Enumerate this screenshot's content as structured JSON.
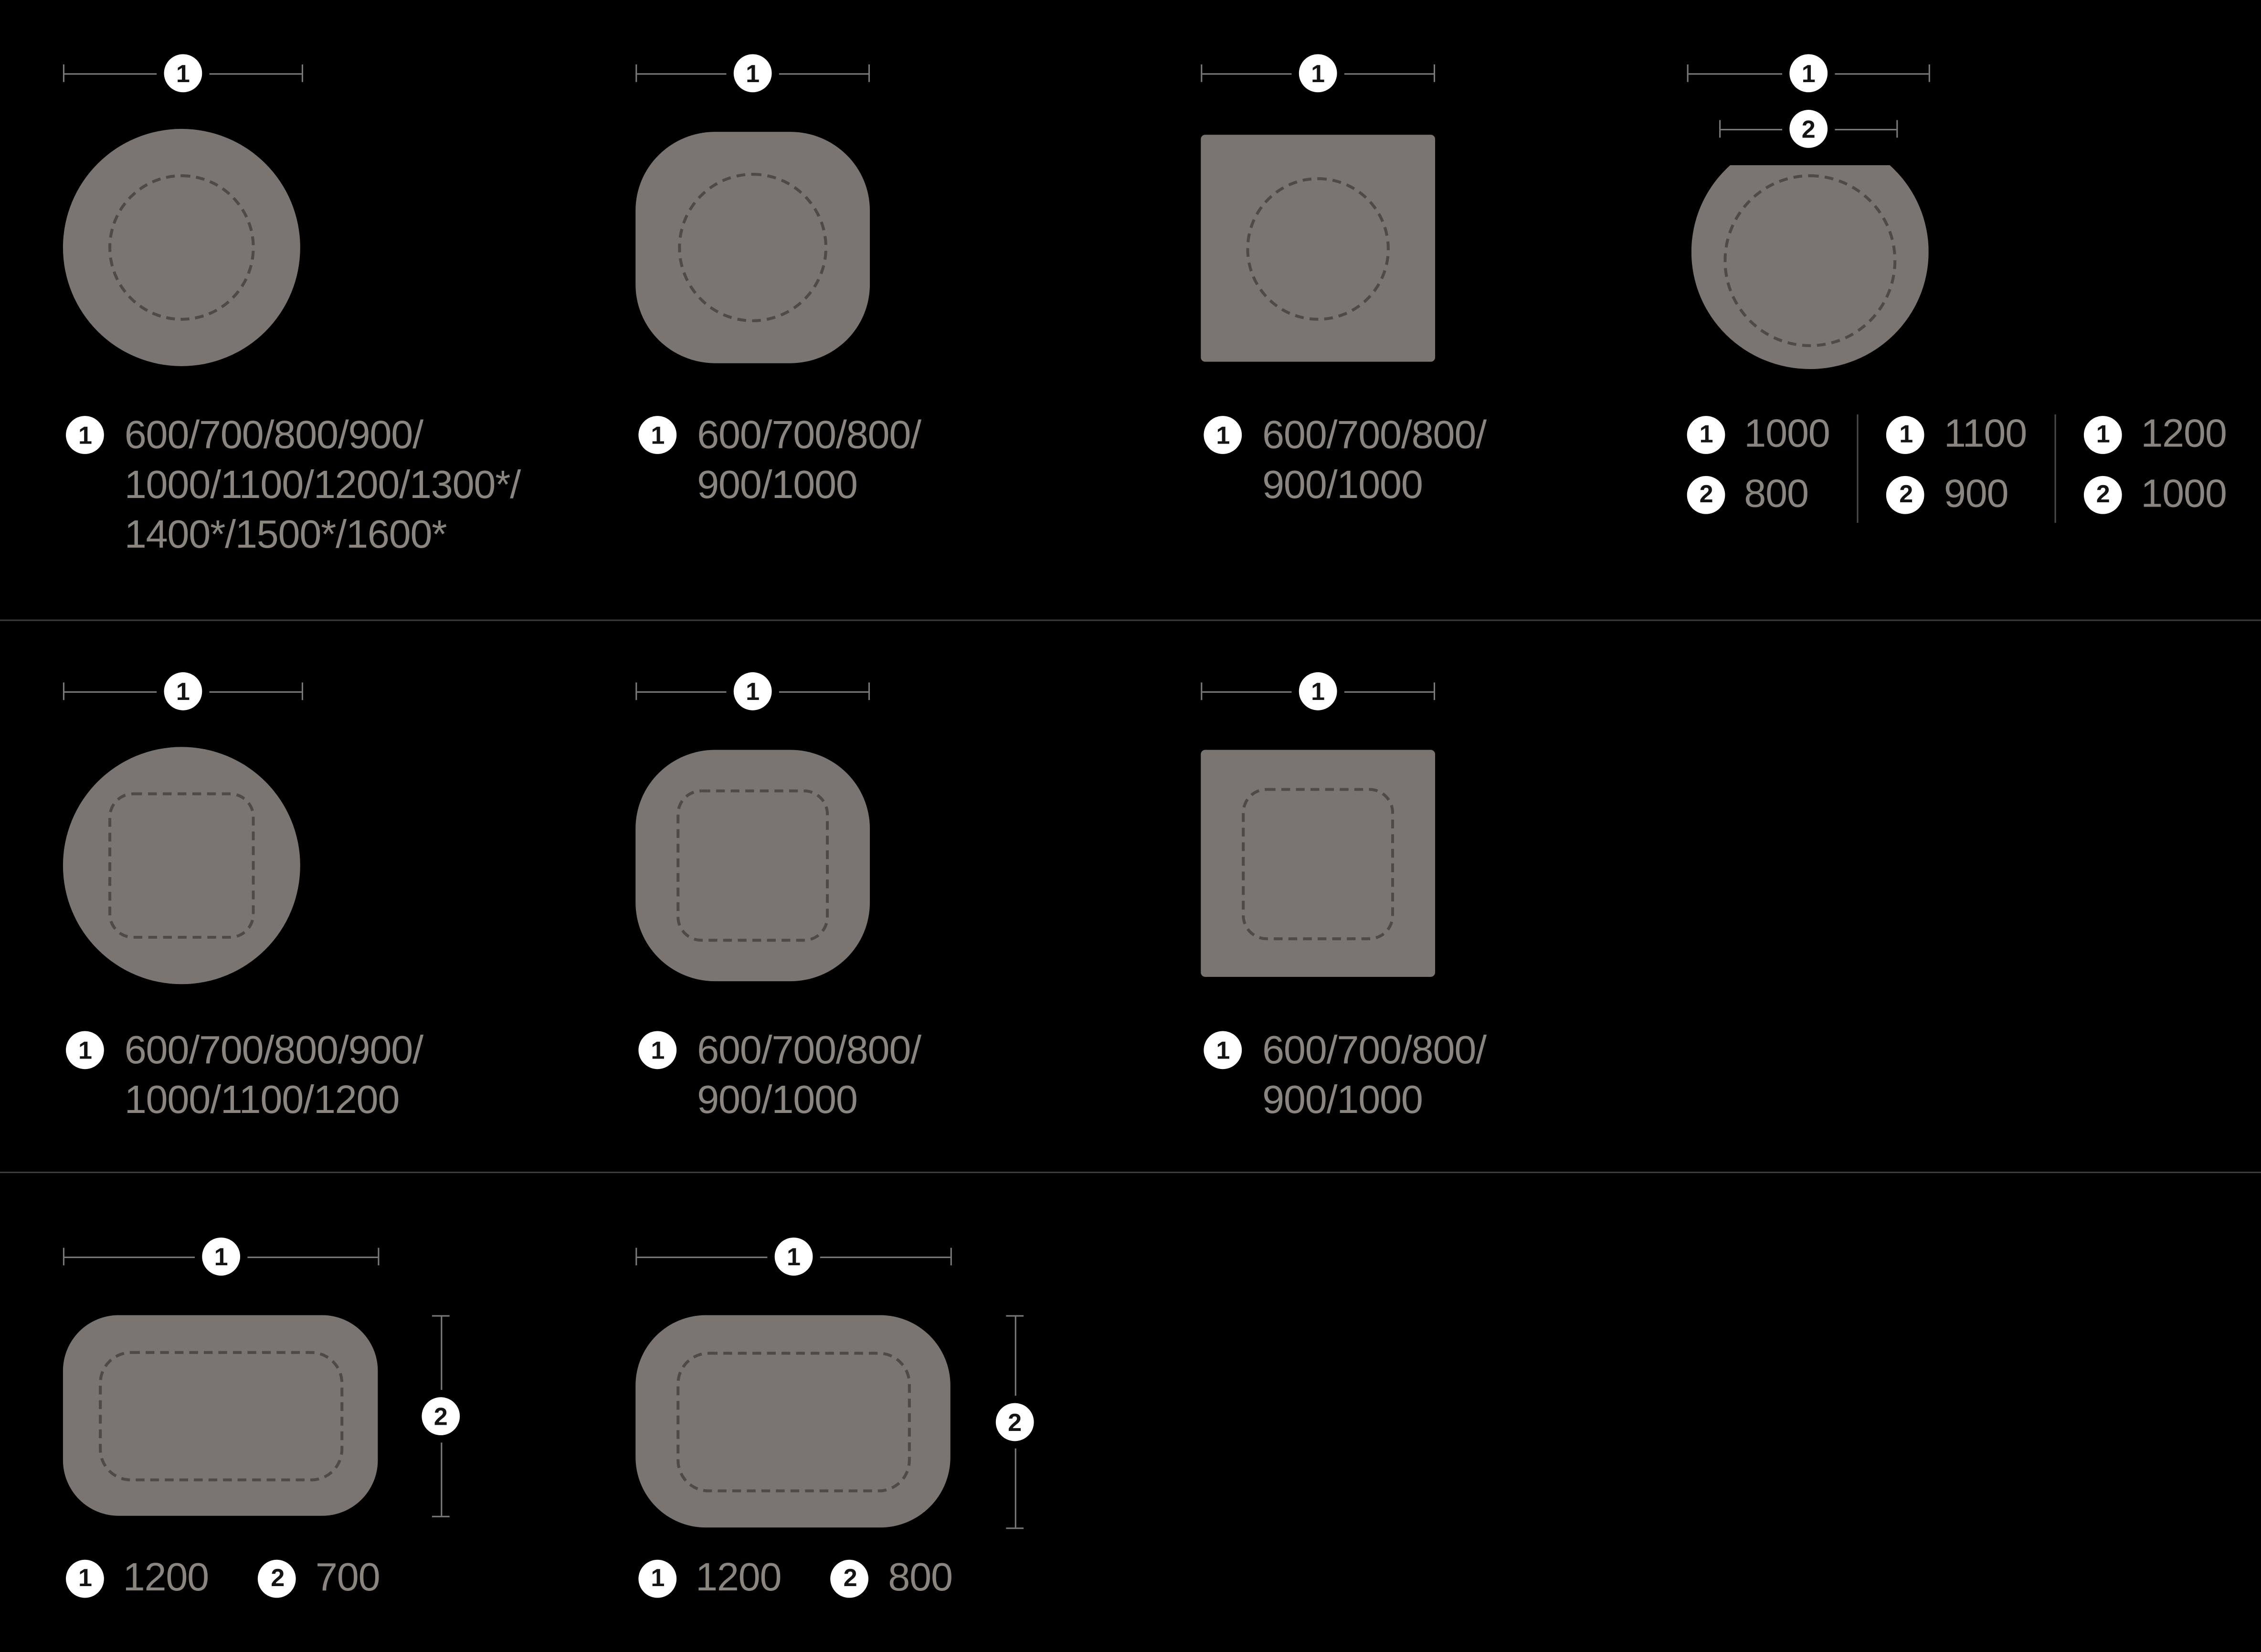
{
  "labels": {
    "d1": "1",
    "d2": "2"
  },
  "row1": {
    "item1": {
      "lines": [
        "600/700/800/900/",
        "1000/1100/1200/1300*/",
        "1400*/1500*/1600*"
      ]
    },
    "item2": {
      "lines": [
        "600/700/800/",
        "900/1000"
      ]
    },
    "item3": {
      "lines": [
        "600/700/800/",
        "900/1000"
      ]
    },
    "item4": {
      "groups": [
        {
          "v1": "1000",
          "v2": "800"
        },
        {
          "v1": "1100",
          "v2": "900"
        },
        {
          "v1": "1200",
          "v2": "1000"
        }
      ]
    }
  },
  "row2": {
    "item1": {
      "lines": [
        "600/700/800/900/",
        "1000/1100/1200"
      ]
    },
    "item2": {
      "lines": [
        "600/700/800/",
        "900/1000"
      ]
    },
    "item3": {
      "lines": [
        "600/700/800/",
        "900/1000"
      ]
    }
  },
  "row3": {
    "item1": {
      "v1": "1200",
      "v2": "700"
    },
    "item2": {
      "v1": "1200",
      "v2": "800"
    }
  },
  "colors": {
    "background": "#000000",
    "shape_fill": "#7b7572",
    "dashed_outline": "#4e4a48",
    "dimension_line": "#7a7a78",
    "badge_bg": "#ffffff",
    "badge_text": "#141414",
    "spec_text": "#8b8580",
    "divider": "#3d3d3b"
  }
}
